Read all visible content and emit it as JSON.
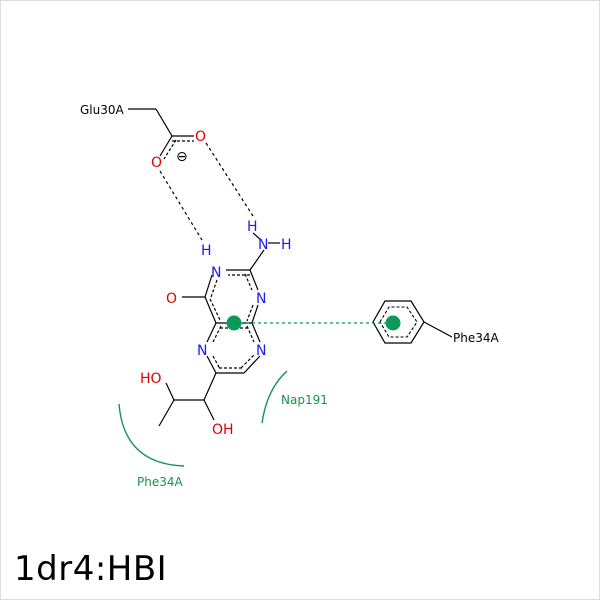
{
  "caption": "1dr4:HBI",
  "residues": {
    "glu_anchor": "Glu30A",
    "phe_ring": "Phe34A",
    "nap_arc": "Nap191",
    "phe_arc": "Phe34A"
  },
  "atoms": {
    "carboxylate_o1": "O",
    "carboxylate_o2": "O",
    "charge_symbol": "⊖",
    "amine_n": "N",
    "amine_h_top": "H",
    "amine_h_right": "H",
    "ring_nh_n": "N",
    "ring_nh_h": "H",
    "ring_n_upper": "N",
    "ring_n_lower_right": "N",
    "ring_n_lower_left": "N",
    "carbonyl_o": "O",
    "hydroxyl_1": "HO",
    "hydroxyl_2": "OH"
  },
  "colors": {
    "bond": "#000000",
    "nitrogen": "#1a1aff",
    "oxygen": "#e00000",
    "hydrophobic": "#17934b",
    "pi_stack": "#0a9a5a"
  }
}
